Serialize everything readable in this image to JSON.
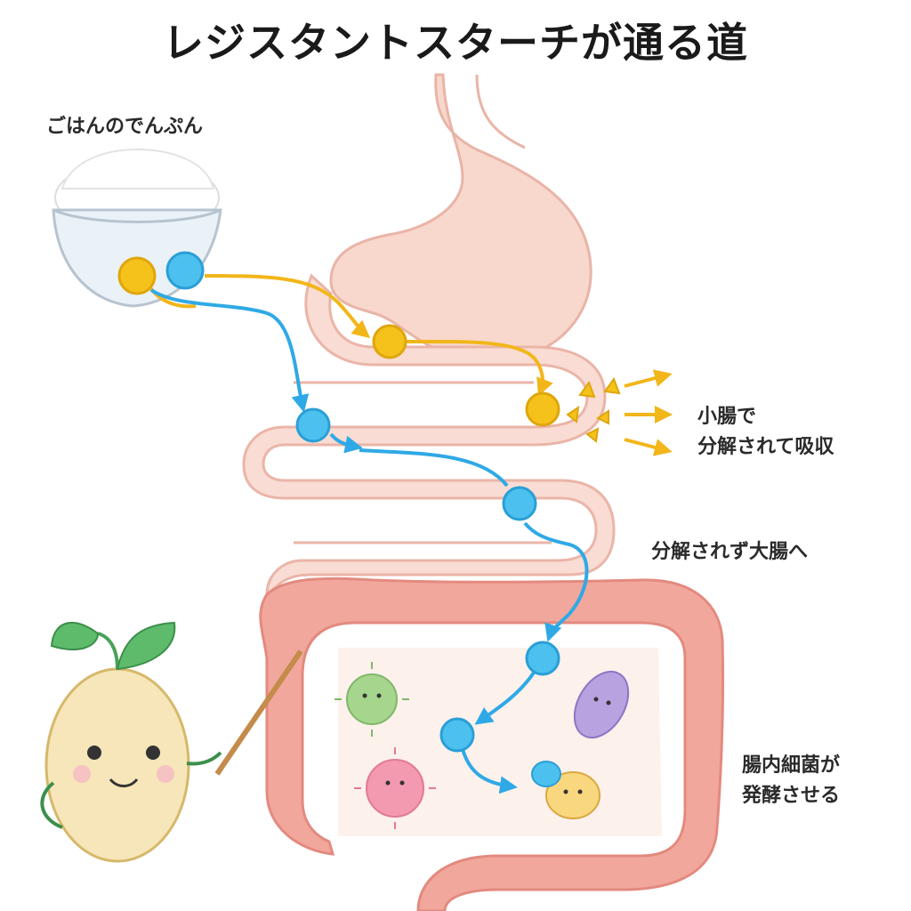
{
  "title": "レジスタントスターチが通る道",
  "labels": {
    "rice_starch": "ごはんのでんぷん",
    "small_intestine_line1": "小腸で",
    "small_intestine_line2": "分解されて吸収",
    "to_large_intestine": "分解されず大腸へ",
    "bacteria_line1": "腸内細菌が",
    "bacteria_line2": "発酵させる"
  },
  "colors": {
    "digestible_starch": "#f5c21b",
    "resistant_starch": "#4cc1ef",
    "stomach": "#f7d7cc",
    "small_intestine": "#f9dcd3",
    "large_intestine": "#ef9c92",
    "bacteria_green": "#a6d58d",
    "bacteria_pink": "#f39ab0",
    "bacteria_purple": "#b8a2e0"
  },
  "icons": [
    "rice-bowl-icon",
    "stomach-icon",
    "intestine-icon",
    "bacteria-icon",
    "sprout-mascot-icon"
  ]
}
